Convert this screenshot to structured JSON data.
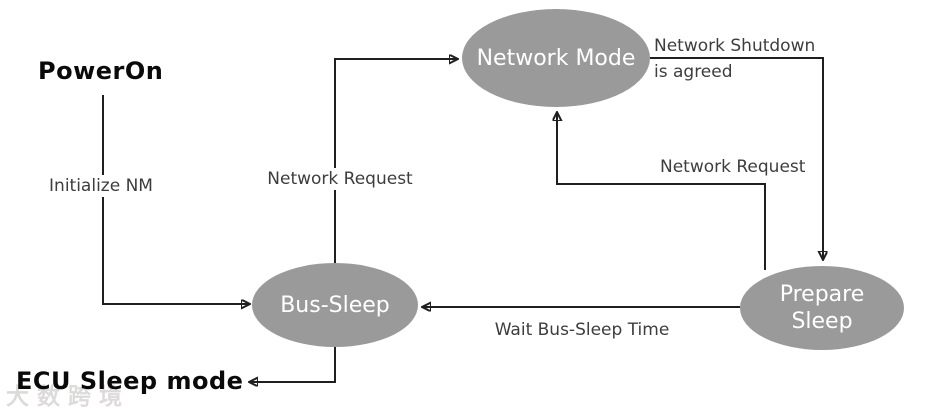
{
  "diagram": {
    "type": "state-machine",
    "background": "#ffffff",
    "colors": {
      "state_fill": "#9a9a9a",
      "state_text": "#ffffff",
      "line": "#1f1f1f",
      "edge_label_text": "#3d3d3d",
      "terminal_text": "#0a0a0a"
    },
    "states": [
      {
        "id": "network-mode",
        "label": "Network Mode"
      },
      {
        "id": "bus-sleep",
        "label": "Bus-Sleep"
      },
      {
        "id": "prepare-sleep",
        "label": "Prepare Sleep"
      }
    ],
    "terminals": [
      {
        "id": "power-on",
        "label": "PowerOn"
      },
      {
        "id": "ecu-sleep-mode",
        "label": "ECU Sleep mode"
      }
    ],
    "transitions": [
      {
        "from": "PowerOn",
        "to": "Bus-Sleep",
        "label": "Initialize NM"
      },
      {
        "from": "Bus-Sleep",
        "to": "Network Mode",
        "label": "Network Request"
      },
      {
        "from": "Network Mode",
        "to": "Prepare Sleep",
        "label": "Network Shutdown is agreed",
        "label_line1": "Network Shutdown",
        "label_line2": "is agreed"
      },
      {
        "from": "Prepare Sleep",
        "to": "Network Mode",
        "label": "Network Request"
      },
      {
        "from": "Prepare Sleep",
        "to": "Bus-Sleep",
        "label": "Wait Bus-Sleep Time"
      },
      {
        "from": "Bus-Sleep",
        "to": "ECU Sleep mode",
        "label": ""
      }
    ],
    "watermark": "大数跨境"
  }
}
